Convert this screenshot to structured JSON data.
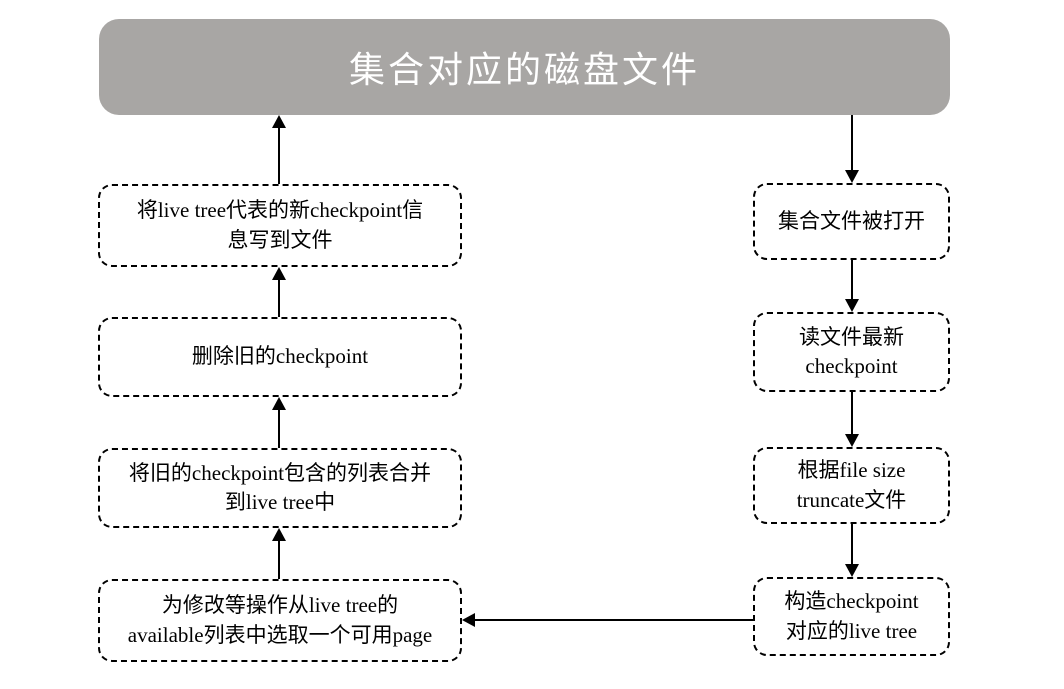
{
  "title": "集合对应的磁盘文件",
  "colors": {
    "title_bg": "#a8a6a4",
    "title_text": "#ffffff",
    "box_border": "#000000",
    "box_text": "#000000",
    "arrow": "#000000",
    "background": "#ffffff"
  },
  "boxes": {
    "left": [
      {
        "lines": [
          "将live tree代表的新checkpoint信",
          "息写到文件"
        ]
      },
      {
        "lines": [
          "删除旧的checkpoint"
        ]
      },
      {
        "lines": [
          "将旧的checkpoint包含的列表合并",
          "到live tree中"
        ]
      },
      {
        "lines": [
          "为修改等操作从live tree的",
          "available列表中选取一个可用page"
        ]
      }
    ],
    "right": [
      {
        "lines": [
          "集合文件被打开"
        ]
      },
      {
        "lines": [
          "读文件最新",
          "checkpoint"
        ]
      },
      {
        "lines": [
          "根据file size",
          "truncate文件"
        ]
      },
      {
        "lines": [
          "构造checkpoint",
          "对应的live tree"
        ]
      }
    ]
  },
  "edges": [
    {
      "from": "集合对应的磁盘文件",
      "to": "集合文件被打开",
      "direction": "down"
    },
    {
      "from": "集合文件被打开",
      "to": "读文件最新 checkpoint",
      "direction": "down"
    },
    {
      "from": "读文件最新 checkpoint",
      "to": "根据file size truncate文件",
      "direction": "down"
    },
    {
      "from": "根据file size truncate文件",
      "to": "构造checkpoint 对应的live tree",
      "direction": "down"
    },
    {
      "from": "构造checkpoint 对应的live tree",
      "to": "为修改等操作从live tree的available列表中选取一个可用page",
      "direction": "left"
    },
    {
      "from": "为修改等操作从live tree的available列表中选取一个可用page",
      "to": "将旧的checkpoint包含的列表合并到live tree中",
      "direction": "up"
    },
    {
      "from": "将旧的checkpoint包含的列表合并到live tree中",
      "to": "删除旧的checkpoint",
      "direction": "up"
    },
    {
      "from": "删除旧的checkpoint",
      "to": "将live tree代表的新checkpoint信息写到文件",
      "direction": "up"
    },
    {
      "from": "将live tree代表的新checkpoint信息写到文件",
      "to": "集合对应的磁盘文件",
      "direction": "up"
    }
  ]
}
